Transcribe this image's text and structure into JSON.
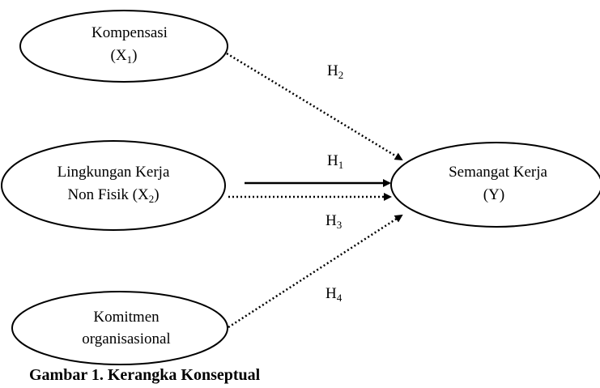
{
  "nodes": {
    "kompensasi": {
      "line1": "Kompensasi",
      "line2_prefix": "(X",
      "line2_sub": "1",
      "line2_suffix": ")"
    },
    "lingkungan": {
      "line1": "Lingkungan Kerja",
      "line2_prefix": "Non Fisik (X",
      "line2_sub": "2",
      "line2_suffix": ")"
    },
    "komitmen": {
      "line1": "Komitmen",
      "line2": "organisasional"
    },
    "semangat": {
      "line1": "Semangat Kerja",
      "line2": "(Y)"
    }
  },
  "hypotheses": {
    "h1": {
      "letter": "H",
      "sub": "1"
    },
    "h2": {
      "letter": "H",
      "sub": "2"
    },
    "h3": {
      "letter": "H",
      "sub": "3"
    },
    "h4": {
      "letter": "H",
      "sub": "4"
    }
  },
  "caption": "Gambar 1. Kerangka Konseptual"
}
